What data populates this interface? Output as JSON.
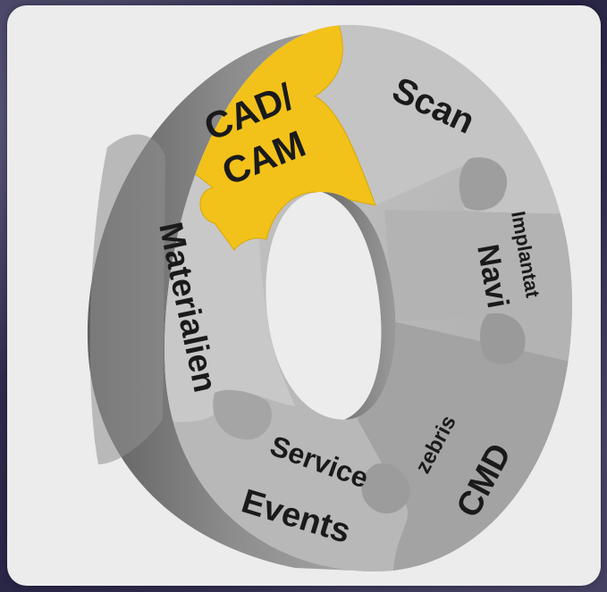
{
  "segments": {
    "cadcam": {
      "line1": "CAD/",
      "line2": "CAM",
      "color": "#f2c21a"
    },
    "scan": {
      "label": "Scan"
    },
    "implantat_navi": {
      "line1": "Implantat",
      "line2": "Navi"
    },
    "zebris_cmd": {
      "line1": "zebris",
      "line2": "CMD"
    },
    "service_events": {
      "line1": "Service",
      "line2": "Events"
    },
    "materialien": {
      "label": "Materialien"
    }
  },
  "colors": {
    "card_background": "#ececec",
    "ring_face": "#bdbdbd",
    "ring_side": "#8a8a8a",
    "highlight": "#f2c21a",
    "label_text": "#1a1a1a"
  }
}
